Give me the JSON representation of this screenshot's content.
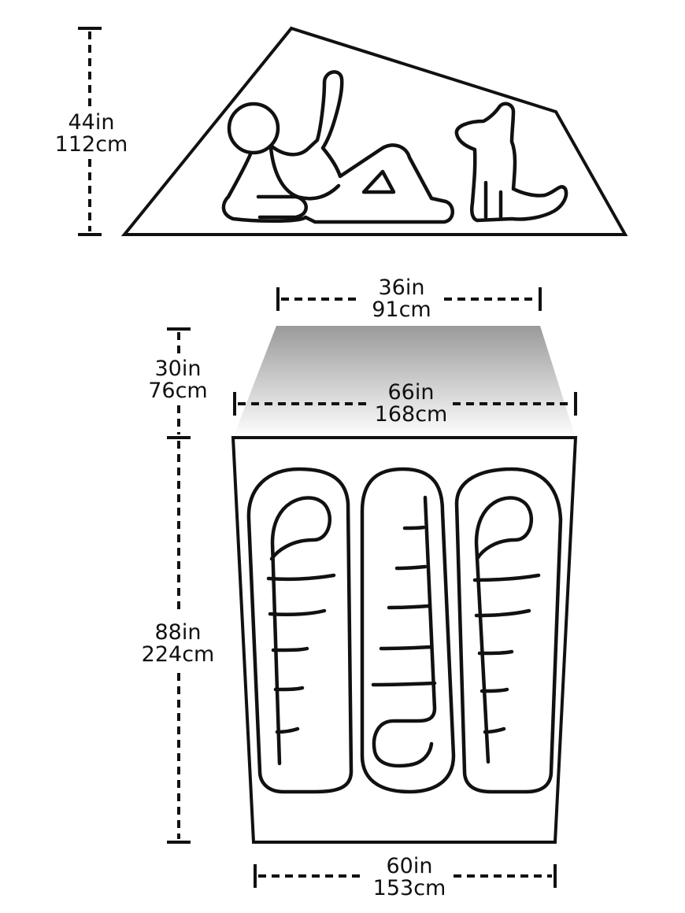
{
  "diagram": {
    "side_view": {
      "peak_height": {
        "inches": "44in",
        "centimeters": "112cm"
      }
    },
    "floor_plan": {
      "head_width": {
        "inches": "36in",
        "centimeters": "91cm"
      },
      "vestibule_depth": {
        "inches": "30in",
        "centimeters": "76cm"
      },
      "vestibule_width": {
        "inches": "66in",
        "centimeters": "168cm"
      },
      "floor_length": {
        "inches": "88in",
        "centimeters": "224cm"
      },
      "foot_width": {
        "inches": "60in",
        "centimeters": "153cm"
      }
    }
  },
  "colors": {
    "line": "#111111",
    "background": "#ffffff",
    "vestibule_shade": "#9a9a9a"
  }
}
